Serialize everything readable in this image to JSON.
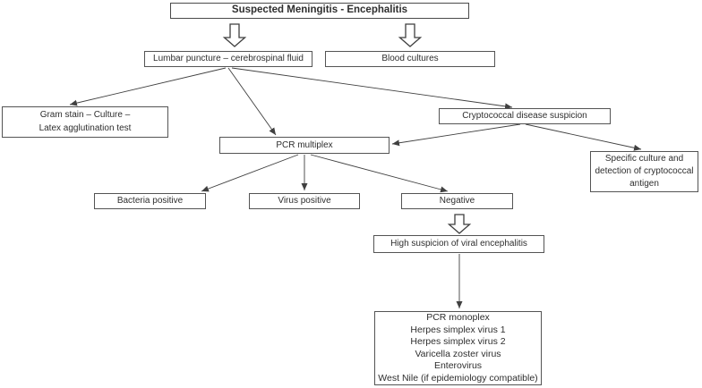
{
  "diagram": {
    "title": "Suspected Meningitis - Encephalitis",
    "nodes": {
      "title_box": {
        "label": "Suspected Meningitis - Encephalitis"
      },
      "lumbar_puncture": {
        "label": "Lumbar puncture – cerebrospinal fluid"
      },
      "blood_cultures": {
        "label": "Blood cultures"
      },
      "gram_stain": {
        "lines": [
          "Gram stain – Culture –",
          "Latex agglutination test"
        ]
      },
      "cryptococcal_suspicion": {
        "label": "Cryptococcal disease suspicion"
      },
      "pcr_multiplex": {
        "label": "PCR multiplex"
      },
      "specific_culture": {
        "lines": [
          "Specific culture and",
          "detection of cryptococcal",
          "antigen"
        ]
      },
      "bacteria_positive": {
        "label": "Bacteria positive"
      },
      "virus_positive": {
        "label": "Virus positive"
      },
      "negative": {
        "label": "Negative"
      },
      "high_suspicion": {
        "label": "High suspicion of viral encephalitis"
      },
      "pcr_monoplex": {
        "lines": [
          "PCR monoplex",
          "Herpes simplex virus 1",
          "Herpes simplex virus 2",
          "Varicella zoster virus",
          "Enterovirus",
          "West Nile (if epidemiology compatible)"
        ]
      }
    },
    "colors": {
      "background": "#ffffff",
      "box_border": "#545454",
      "arrow_line": "#404040",
      "text": "#2e2e2e"
    }
  }
}
